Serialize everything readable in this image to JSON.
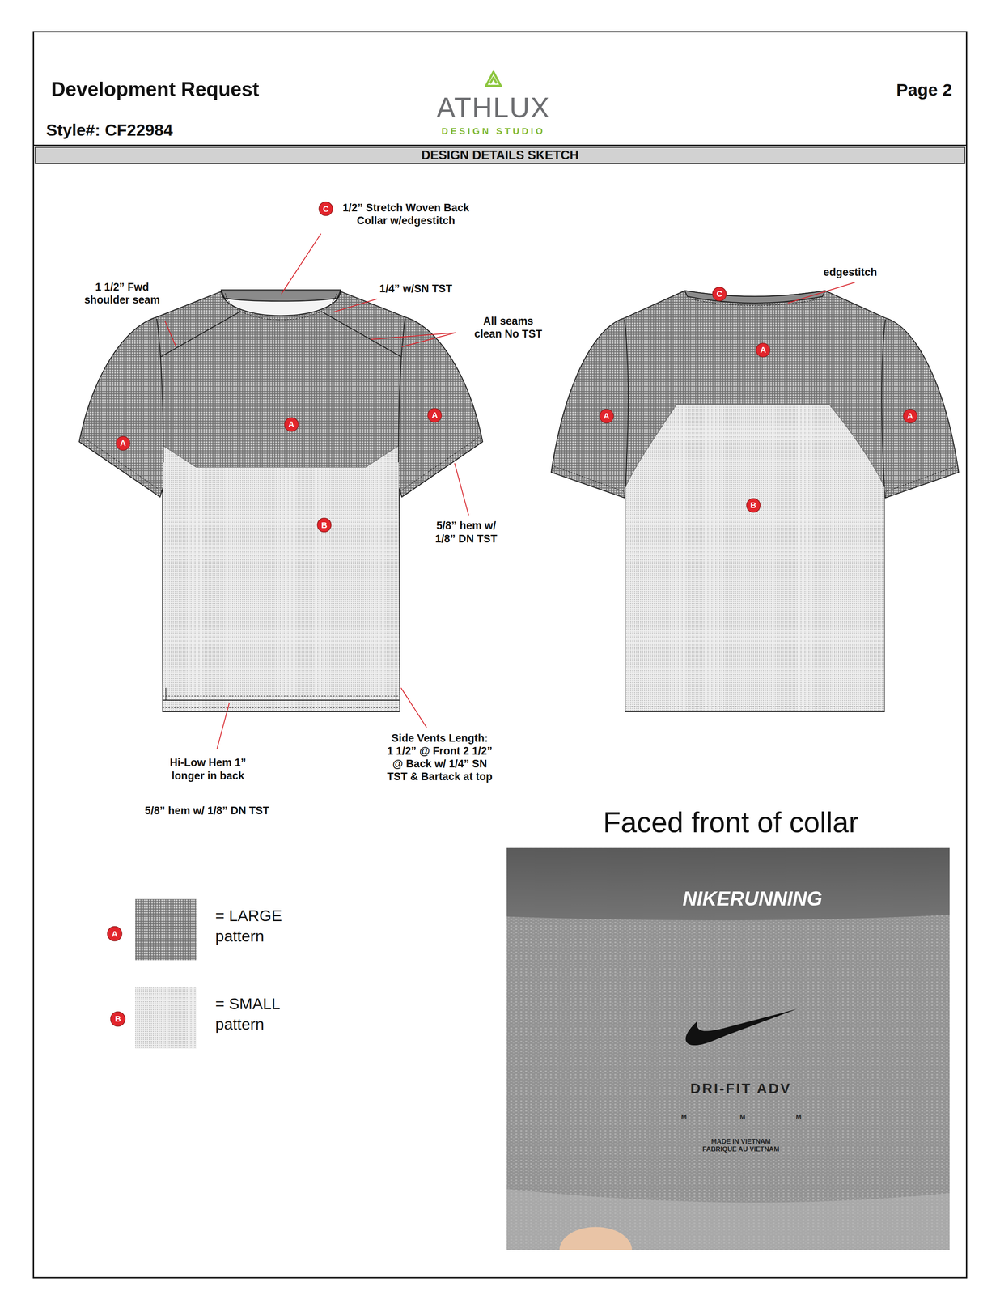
{
  "diagram": {
    "title": "Development Request",
    "nodes": [
      {
        "text": [
          "DESIGN DETAILS SKETCH"
        ]
      },
      {
        "text": [
          "C"
        ]
      },
      {
        "text": [
          "C"
        ]
      },
      {
        "text": [
          "A"
        ]
      },
      {
        "text": [
          "A"
        ]
      },
      {
        "text": [
          "A"
        ]
      },
      {
        "text": [
          "A"
        ]
      },
      {
        "text": [
          "A"
        ]
      },
      {
        "text": [
          "A"
        ]
      },
      {
        "text": [
          "B"
        ]
      },
      {
        "text": [
          "B"
        ]
      },
      {
        "text": [
          "A"
        ]
      },
      {
        "text": [
          "B"
        ]
      }
    ],
    "labels": [
      "Style#: CF22984",
      "Page 2",
      "ATHLUX",
      "DESIGN STUDIO",
      "1/2” Stretch Woven Back Collar w/edgestitch",
      "1 1/2” Fwd shoulder seam",
      "1/4” w/SN TST",
      "All seams clean No TST",
      "edgestitch",
      "5/8” hem w/ 1/8” DN TST",
      "Side Vents Length: 1 1/2” @ Front 2 1/2” @ Back w/ 1/4” SN TST & Bartack at top",
      "Hi-Low Hem 1” longer in back",
      "5/8” hem w/ 1/8” DN TST",
      "Faced front of collar",
      "NIKERUNNING",
      "DRI-FIT ADV",
      "M",
      "M",
      "M",
      "MADE IN VIETNAM FABRIQUE AU VIETNAM"
    ],
    "legend": [
      {
        "text": "= LARGE pattern"
      },
      {
        "text": "= SMALL pattern"
      }
    ]
  }
}
